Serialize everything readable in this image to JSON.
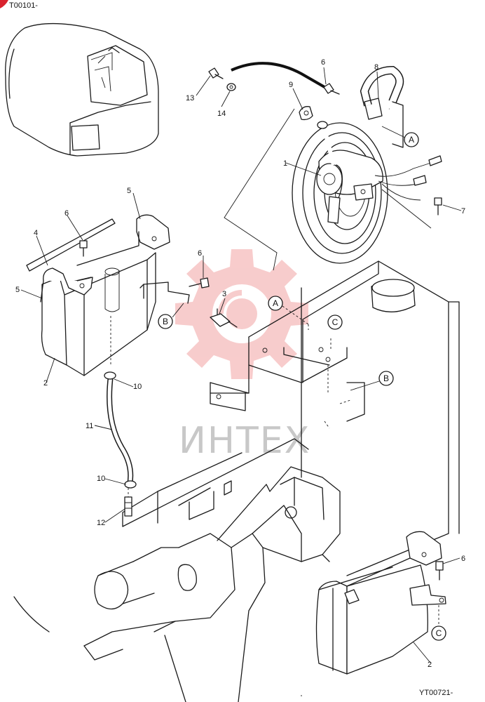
{
  "diagram": {
    "header_code": "T00101-",
    "footer_code": "YT00721-",
    "watermark_text": "ИНТЕХ",
    "watermark_color": "#f2b3b3",
    "part_labels": {
      "p1": "1",
      "p2a": "2",
      "p2b": "2",
      "p3": "3",
      "p4": "4",
      "p5a": "5",
      "p5b": "5",
      "p6a": "6",
      "p6b": "6",
      "p6c": "6",
      "p6d": "6",
      "p7": "7",
      "p8": "8",
      "p9": "9",
      "p10a": "10",
      "p10b": "10",
      "p11": "11",
      "p12": "12",
      "p13": "13",
      "p14": "14"
    },
    "ref_marks": {
      "a1": "A",
      "a2": "A",
      "b1": "B",
      "b2": "B",
      "c1": "C",
      "c2": "C"
    }
  }
}
